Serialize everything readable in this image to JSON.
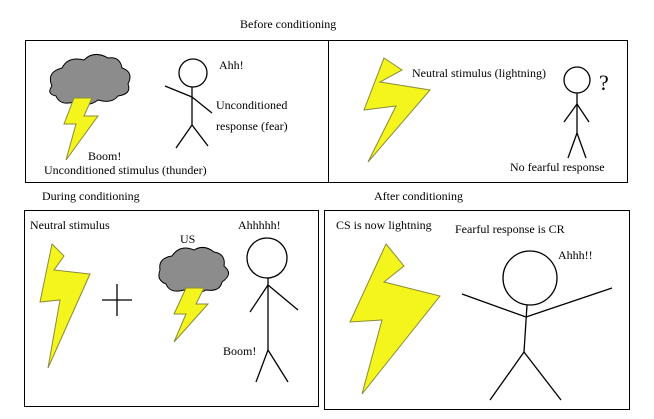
{
  "sections": {
    "before": "Before conditioning",
    "during": "During conditioning",
    "after": "After conditioning"
  },
  "panel1": {
    "ahh": "Ahh!",
    "ur_line1": "Unconditioned",
    "ur_line2": "response (fear)",
    "boom": "Boom!",
    "us_label": "Unconditioned stimulus (thunder)"
  },
  "panel2": {
    "neutral": "Neutral stimulus (lightning)",
    "question": "?",
    "no_response": "No fearful response"
  },
  "panel3": {
    "neutral": "Neutral stimulus",
    "us": "US",
    "ahh": "Ahhhhh!",
    "boom": "Boom!"
  },
  "panel4": {
    "cs": "CS is now lightning",
    "cr": "Fearful response is CR",
    "ahh": "Ahhh!!"
  },
  "colors": {
    "lightning_fill": "#f5f51e",
    "lightning_stroke": "#8a8a3a",
    "cloud_fill": "#8c8c8c",
    "line": "#000000"
  }
}
